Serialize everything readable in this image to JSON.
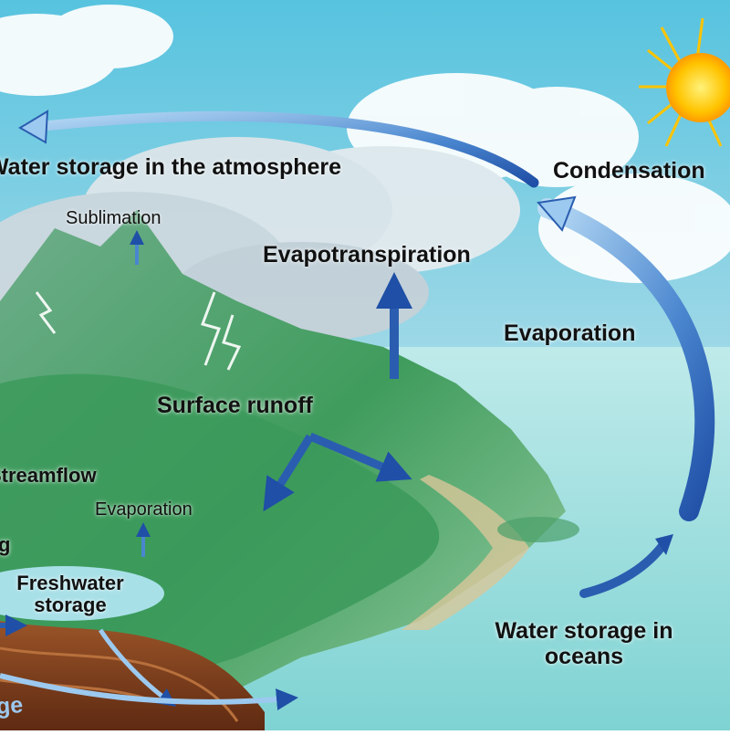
{
  "labels": {
    "atmosphere": "Water storage in the atmosphere",
    "condensation": "Condensation",
    "sublimation": "Sublimation",
    "evapotranspiration": "Evapotranspiration",
    "evaporation_ocean": "Evaporation",
    "surface_runoff": "Surface runoff",
    "streamflow": "Streamflow",
    "evaporation_fresh": "Evaporation",
    "freshwater_storage": "Freshwater storage",
    "ocean_storage": "Water storage in oceans",
    "recharge": "Groundwater recharge",
    "edge_g": "g"
  },
  "colors": {
    "sky": "#7ccfe6",
    "arrow": "#2a5db0",
    "land": "#3a9a5a",
    "soil": "#7a3a1c",
    "sun": "#ffcc00"
  },
  "icons": [
    "sun-icon",
    "cloud-icon",
    "lightning-icon",
    "arrow-icon"
  ]
}
